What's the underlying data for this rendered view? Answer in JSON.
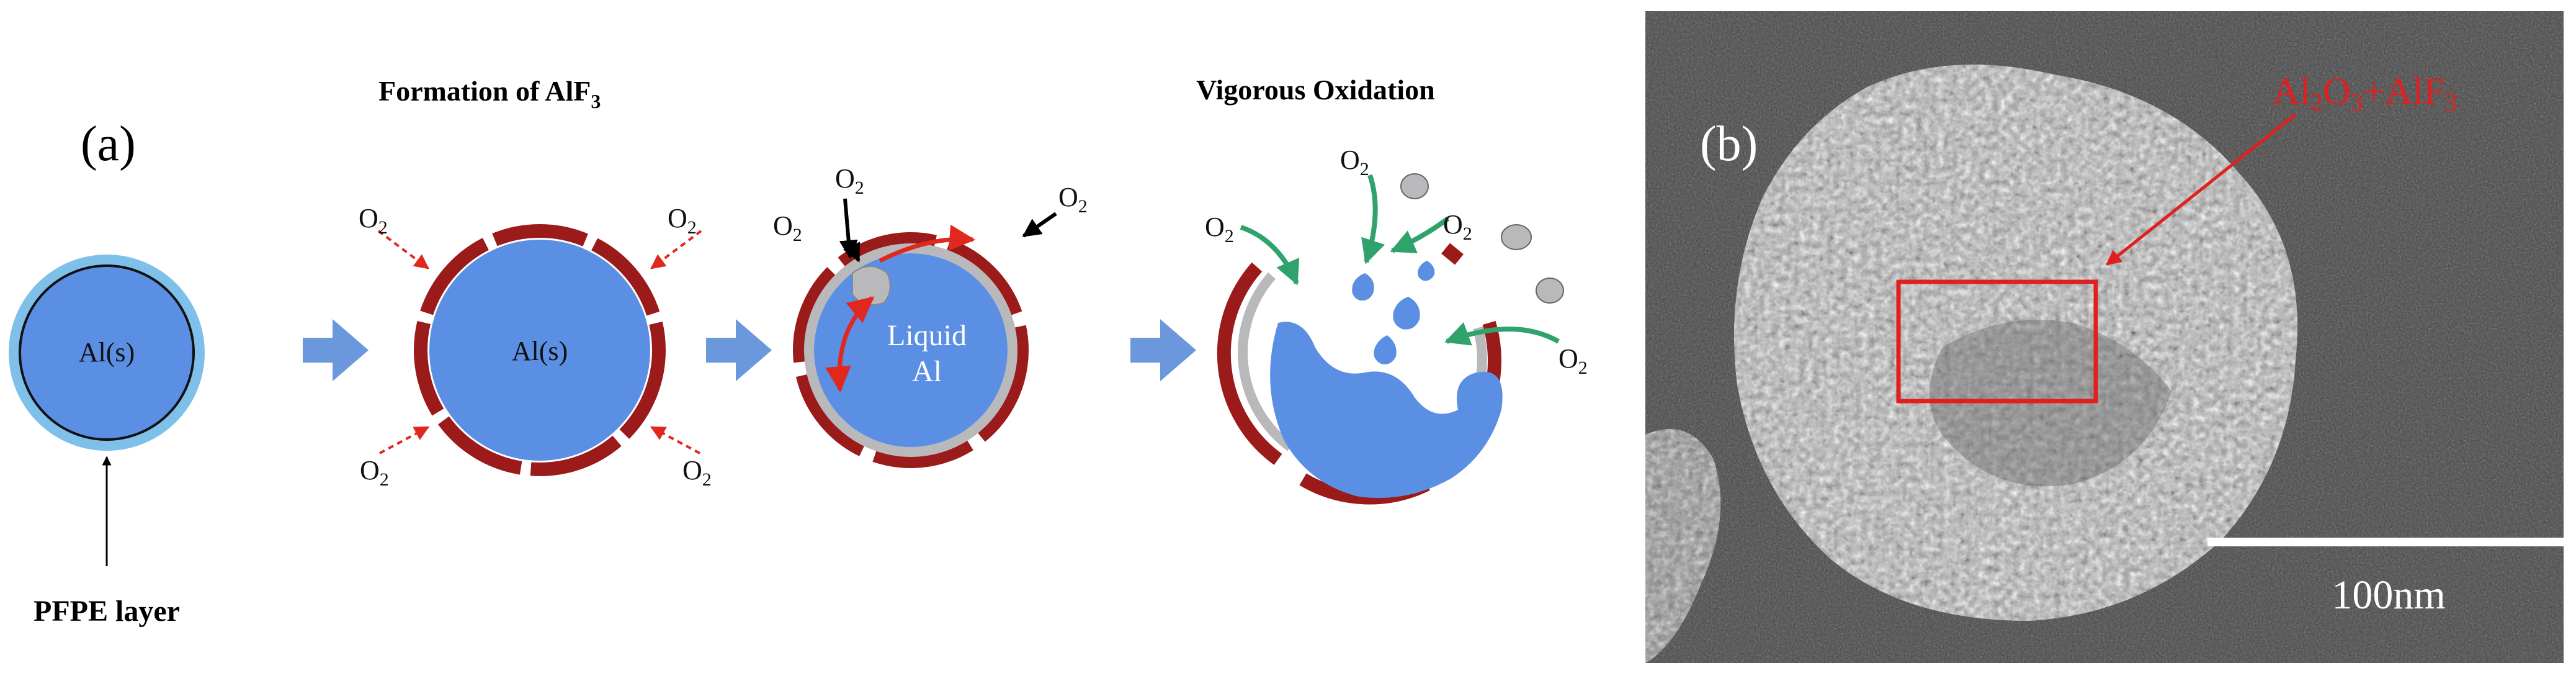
{
  "panel_a": {
    "label": "(a)",
    "title_formation": "Formation of AlF",
    "title_formation_sub": "3",
    "title_oxidation": "Vigorous Oxidation",
    "core1_label": "Al(s)",
    "core2_label": "Al(s)",
    "core3_label_line1": "Liquid",
    "core3_label_line2": "Al",
    "pfpe_label": "PFPE layer",
    "oxygen_main": "O",
    "oxygen_sub": "2"
  },
  "panel_b": {
    "label": "(b)",
    "annotation_parts": [
      "Al",
      "2",
      "O",
      "3",
      "+AlF",
      "3"
    ],
    "scale_label": "100nm"
  },
  "colors": {
    "al_core": "#5b8fe3",
    "pfpe_shell": "#7fc0ea",
    "alf3_shell": "#9b1a1a",
    "oxide_gray": "#b9b9bb",
    "process_arrow": "#6b97dc",
    "inward_arrow_red": "#e0281e",
    "outward_arrow_green": "#2fa36b",
    "sem_background": "#4a4a4a",
    "annotation_red": "#e02020"
  }
}
